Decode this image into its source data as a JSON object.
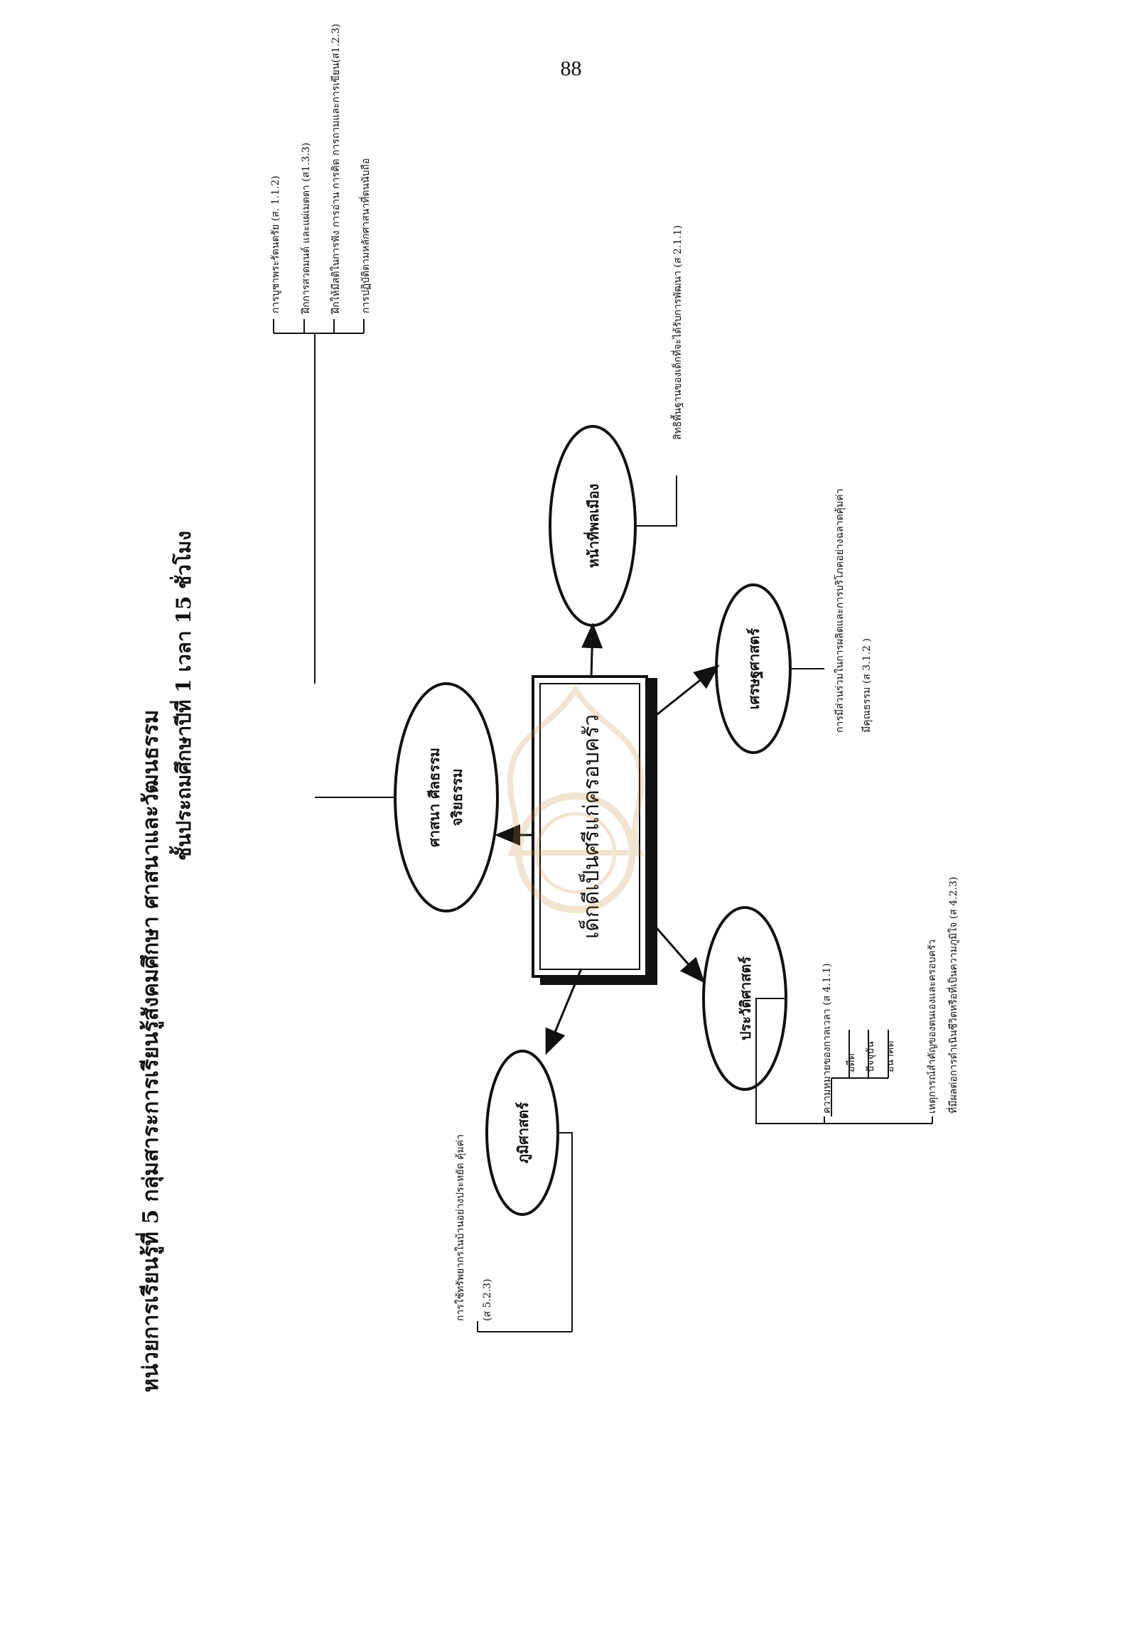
{
  "page": {
    "number": "88"
  },
  "title": {
    "line1": "หน่วยการเรียนรู้ที่ 5 กลุ่มสาระการเรียนรู้สังคมศึกษา ศาสนาและวัฒนธรรม",
    "line2": "ชั้นประถมศึกษาปีที่  1  เวลา  15  ชั่วโมง"
  },
  "center": {
    "label": "เด็กดีเป็นศรีแก่ครอบครัว"
  },
  "nodes": {
    "religion": {
      "label_line1": "ศาสนา ศีลธรรม",
      "label_line2": "จริยธรรม",
      "items": [
        "การบูชาพระรัตนตรัย (ส. 1.1.2)",
        "ฝึกการสวดมนต์ และแผ่เมตตา (ส1.3.3)",
        "ฝึกให้มีสติในการฟัง การอ่าน การคิด การถามและการเขียน(ส1.2.3)",
        "การปฏิบัติตามหลักศาสนาที่ตนนับถือ"
      ]
    },
    "civic": {
      "label": "หน้าที่พลเมือง",
      "items": [
        "สิทธิพื้นฐานของเด็กที่จะได้รับการพัฒนา (ส 2.1.1)"
      ]
    },
    "economics": {
      "label": "เศรษฐศาสตร์",
      "items": [
        "การมีส่วนร่วมในการผลิตและการบริโภคอย่างฉลาดคุ้มค่า",
        "มีคุณธรรม (ส 3.1.2 )"
      ]
    },
    "history": {
      "label": "ประวัติศาสตร์",
      "items": [
        "ความหมายของกาลเวลา (ส 4.1.1)",
        "อดีต",
        "ปัจจุบัน",
        "อนาคต",
        "เหตุการณ์สำคัญของตนเองและครอบครัว",
        "ที่มีผลต่อการดำเนินชีวิตหรือที่เป็นความภูมิใจ (ส 4.2.3)"
      ]
    },
    "geography": {
      "label": "ภูมิศาสตร์",
      "items": [
        "การใช้ทรัพยากรในบ้านอย่างประหยัด คุ้มค่า",
        "(ส 5.2.3)"
      ]
    }
  },
  "colors": {
    "ink": "#111111",
    "watermark": "#c98a3a"
  }
}
